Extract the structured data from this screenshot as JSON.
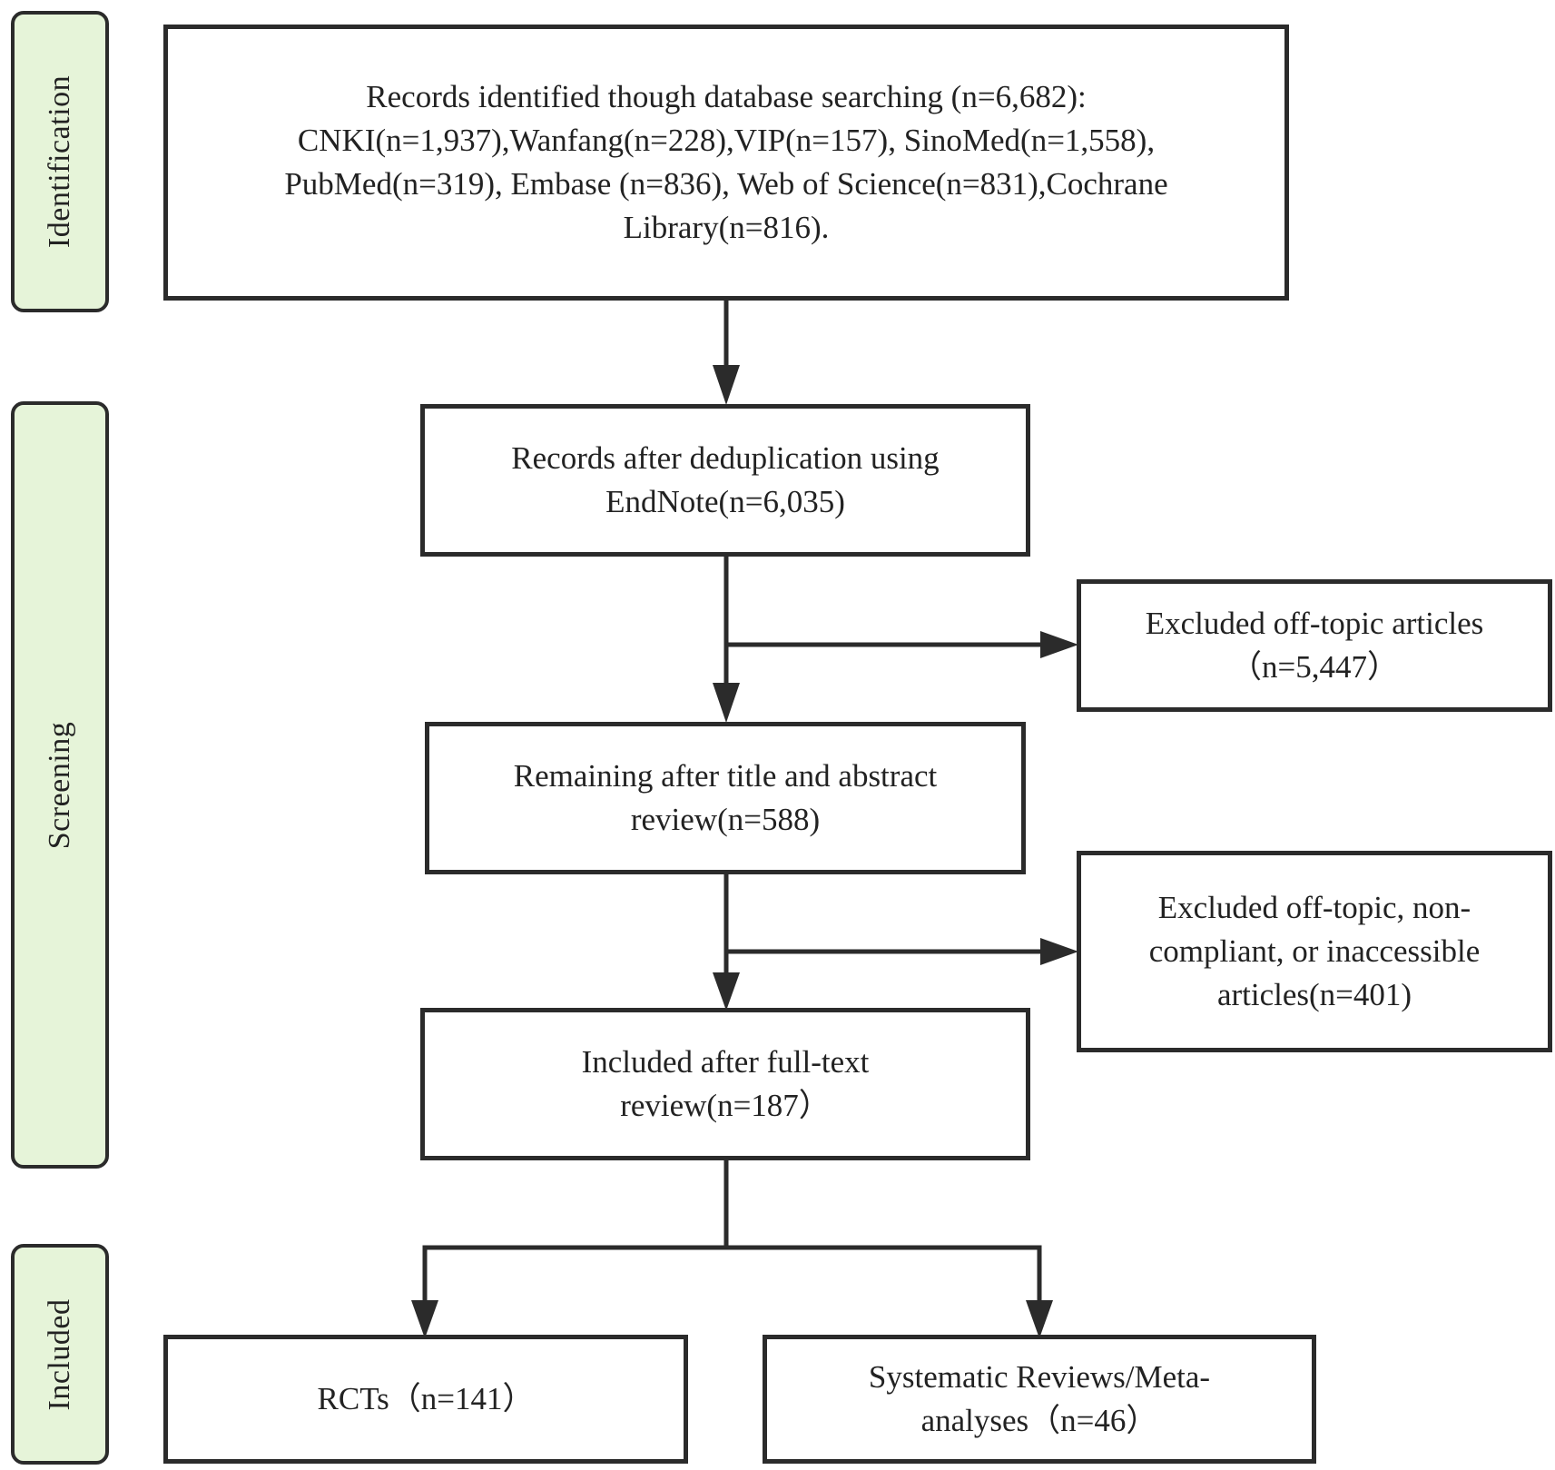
{
  "phases": {
    "identification": "Identification",
    "screening": "Screening",
    "included": "Included"
  },
  "boxes": {
    "records_identified": "Records identified though database searching (n=6,682): CNKI(n=1,937),Wanfang(n=228),VIP(n=157), SinoMed(n=1,558), PubMed(n=319), Embase (n=836), Web of Science(n=831),Cochrane Library(n=816).",
    "after_dedup": "Records after deduplication using EndNote(n=6,035)",
    "excluded_offtopic": "Excluded off-topic articles（n=5,447）",
    "after_title_abstract": "Remaining after title and abstract review(n=588)",
    "excluded_noncompliant": "Excluded off-topic, non-compliant, or inaccessible articles(n=401)",
    "after_fulltext": "Included after full-text review(n=187）",
    "rcts": "RCTs（n=141）",
    "systematic_reviews": "Systematic Reviews/Meta-analyses（n=46）"
  }
}
